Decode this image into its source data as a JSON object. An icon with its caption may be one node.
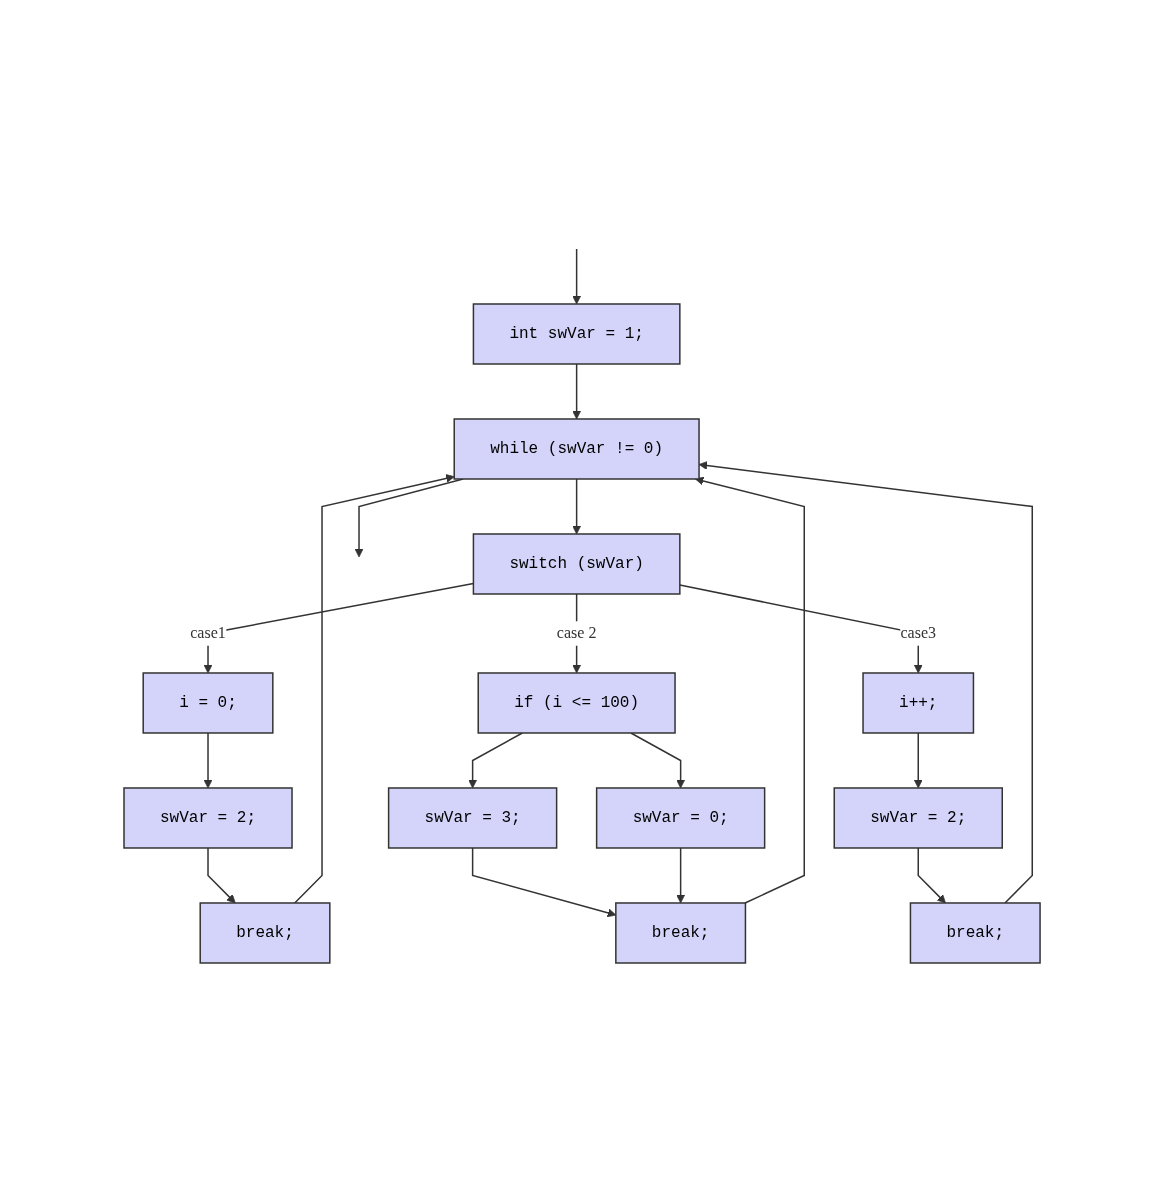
{
  "diagram": {
    "nodes": [
      {
        "text": [
          "int swVar = 1;"
        ]
      },
      {
        "text": [
          "while (swVar != 0)"
        ]
      },
      {
        "text": [
          "switch (swVar)"
        ]
      },
      {
        "text": [
          "i = 0;"
        ]
      },
      {
        "text": [
          "if (i <= 100)"
        ]
      },
      {
        "text": [
          "i++;"
        ]
      },
      {
        "text": [
          "swVar = 2;"
        ]
      },
      {
        "text": [
          "swVar = 3;"
        ]
      },
      {
        "text": [
          "swVar = 0;"
        ]
      },
      {
        "text": [
          "swVar = 2;"
        ]
      },
      {
        "text": [
          "break;"
        ]
      },
      {
        "text": [
          "break;"
        ]
      },
      {
        "text": [
          "break;"
        ]
      }
    ],
    "edges": [
      {
        "from": null,
        "to": 0,
        "arrow": "to"
      },
      {
        "from": 0,
        "to": 1,
        "arrow": "to"
      },
      {
        "from": 1,
        "to": null,
        "arrow": "to"
      },
      {
        "from": 1,
        "to": 2,
        "arrow": "to"
      },
      {
        "from": 2,
        "to": 3,
        "label": "case1",
        "arrow": "to"
      },
      {
        "from": 2,
        "to": 4,
        "label": "case 2",
        "arrow": "to"
      },
      {
        "from": 2,
        "to": 5,
        "label": "case3",
        "arrow": "to"
      },
      {
        "from": 3,
        "to": 6,
        "arrow": "to"
      },
      {
        "from": 6,
        "to": 10,
        "arrow": "to"
      },
      {
        "from": 4,
        "to": 7,
        "arrow": "to"
      },
      {
        "from": 4,
        "to": 8,
        "arrow": "to"
      },
      {
        "from": 7,
        "to": 11,
        "arrow": "to"
      },
      {
        "from": 8,
        "to": 11,
        "arrow": "to"
      },
      {
        "from": 5,
        "to": 9,
        "arrow": "to"
      },
      {
        "from": 9,
        "to": 12,
        "arrow": "to"
      },
      {
        "from": 10,
        "to": 1,
        "arrow": "to"
      },
      {
        "from": 11,
        "to": 1,
        "arrow": "to"
      },
      {
        "from": 12,
        "to": 1,
        "arrow": "to"
      }
    ]
  }
}
